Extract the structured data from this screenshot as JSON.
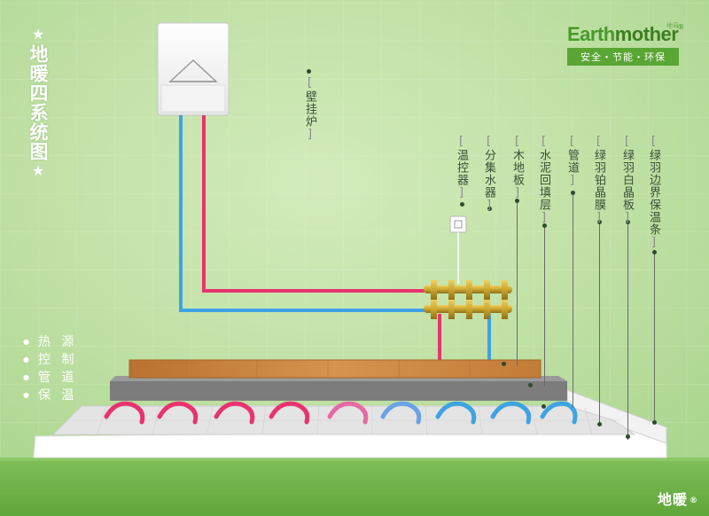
{
  "title": {
    "star": "★",
    "text": "地暖四系统图"
  },
  "features": [
    {
      "bullet": "●",
      "text": "热 源"
    },
    {
      "bullet": "●",
      "text": "控 制"
    },
    {
      "bullet": "●",
      "text": "管 道"
    },
    {
      "bullet": "●",
      "text": "保 温"
    }
  ],
  "logo": {
    "name_part1": "Earth",
    "name_part2": "mother",
    "tm": "®",
    "chinese_mark": "地母",
    "slogan": "安全・节能・环保"
  },
  "labels": {
    "boiler": "壁挂炉",
    "thermostat": "温控器",
    "manifold": "分集水器",
    "wood_floor": "木地板",
    "cement_layer": "水泥回填层",
    "pipe": "管道",
    "reflective_film": "绿羽铂晶膜",
    "insulation_board": "绿羽白晶板",
    "edge_strip": "绿羽边界保温条"
  },
  "footer": {
    "brand": "地暖",
    "reg": "®"
  },
  "colors": {
    "hot_pipe": "#e8336f",
    "cold_pipe": "#3ea3e2",
    "wood": "#c9853f",
    "concrete": "#7c7c7c",
    "brass": "#c9a531"
  }
}
